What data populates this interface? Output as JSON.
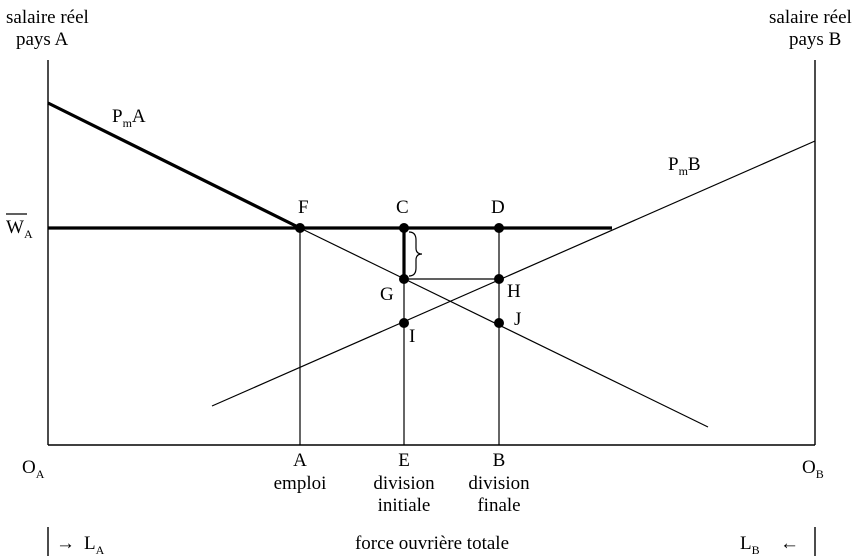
{
  "axes": {
    "left_title_line1": "salaire réel",
    "left_title_line2": "pays A",
    "right_title_line1": "salaire réel",
    "right_title_line2": "pays B",
    "origin_left": "O",
    "origin_left_sub": "A",
    "origin_right": "O",
    "origin_right_sub": "B",
    "wage_label": "W",
    "wage_label_sub": "A"
  },
  "curves": {
    "curve_a": "P",
    "curve_a_sub": "m",
    "curve_a_suffix": "A",
    "curve_b": "P",
    "curve_b_sub": "m",
    "curve_b_suffix": "B"
  },
  "points": {
    "F": "F",
    "C": "C",
    "D": "D",
    "G": "G",
    "H": "H",
    "I": "I",
    "J": "J"
  },
  "x_markers": {
    "A_letter": "A",
    "A_line1": "emploi",
    "E_letter": "E",
    "E_line1": "division",
    "E_line2": "initiale",
    "B_letter": "B",
    "B_line1": "division",
    "B_line2": "finale"
  },
  "bottom": {
    "left_arrow": "→",
    "left_label": "L",
    "left_label_sub": "A",
    "center_label": "force ouvrière totale",
    "right_label": "L",
    "right_label_sub": "B",
    "right_arrow": "←"
  }
}
